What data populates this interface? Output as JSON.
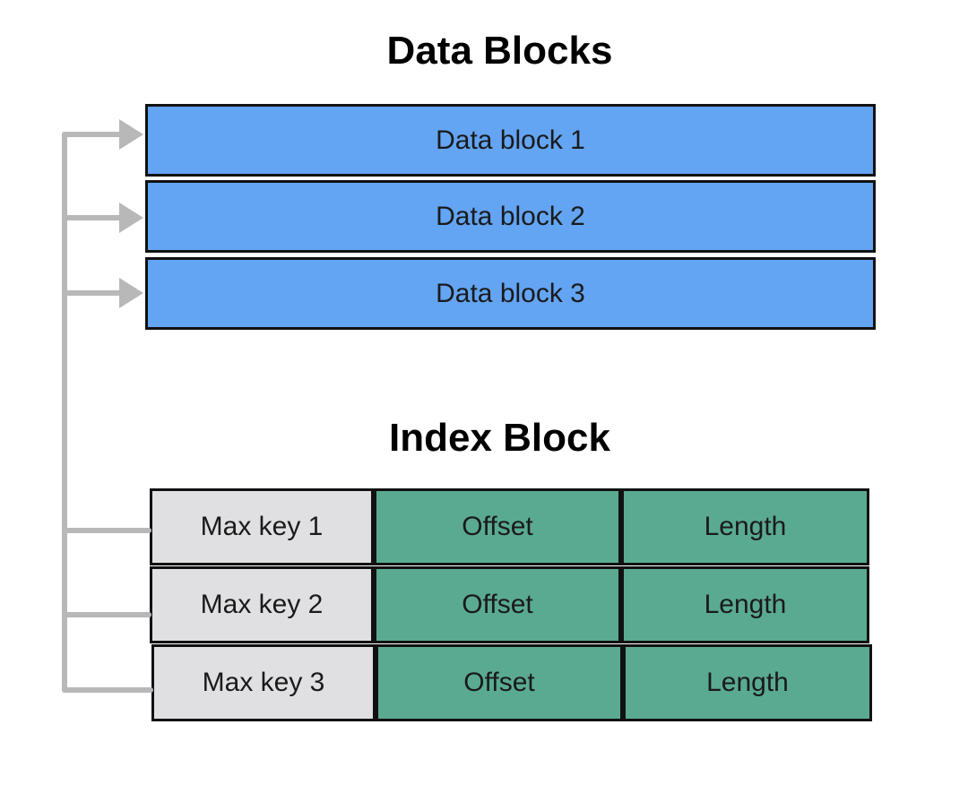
{
  "titles": {
    "data_blocks": "Data Blocks",
    "index_block": "Index Block"
  },
  "colors": {
    "data_block": "#63a4f3",
    "max_key": "#e0e0e2",
    "offset_length": "#5aaa92",
    "connector": "#b8b8b8"
  },
  "data_blocks": [
    {
      "label": "Data block 1"
    },
    {
      "label": "Data block 2"
    },
    {
      "label": "Data block 3"
    }
  ],
  "index_rows": [
    {
      "max_key": "Max key 1",
      "offset": "Offset",
      "length": "Length"
    },
    {
      "max_key": "Max key 2",
      "offset": "Offset",
      "length": "Length"
    },
    {
      "max_key": "Max key 3",
      "offset": "Offset",
      "length": "Length"
    }
  ]
}
